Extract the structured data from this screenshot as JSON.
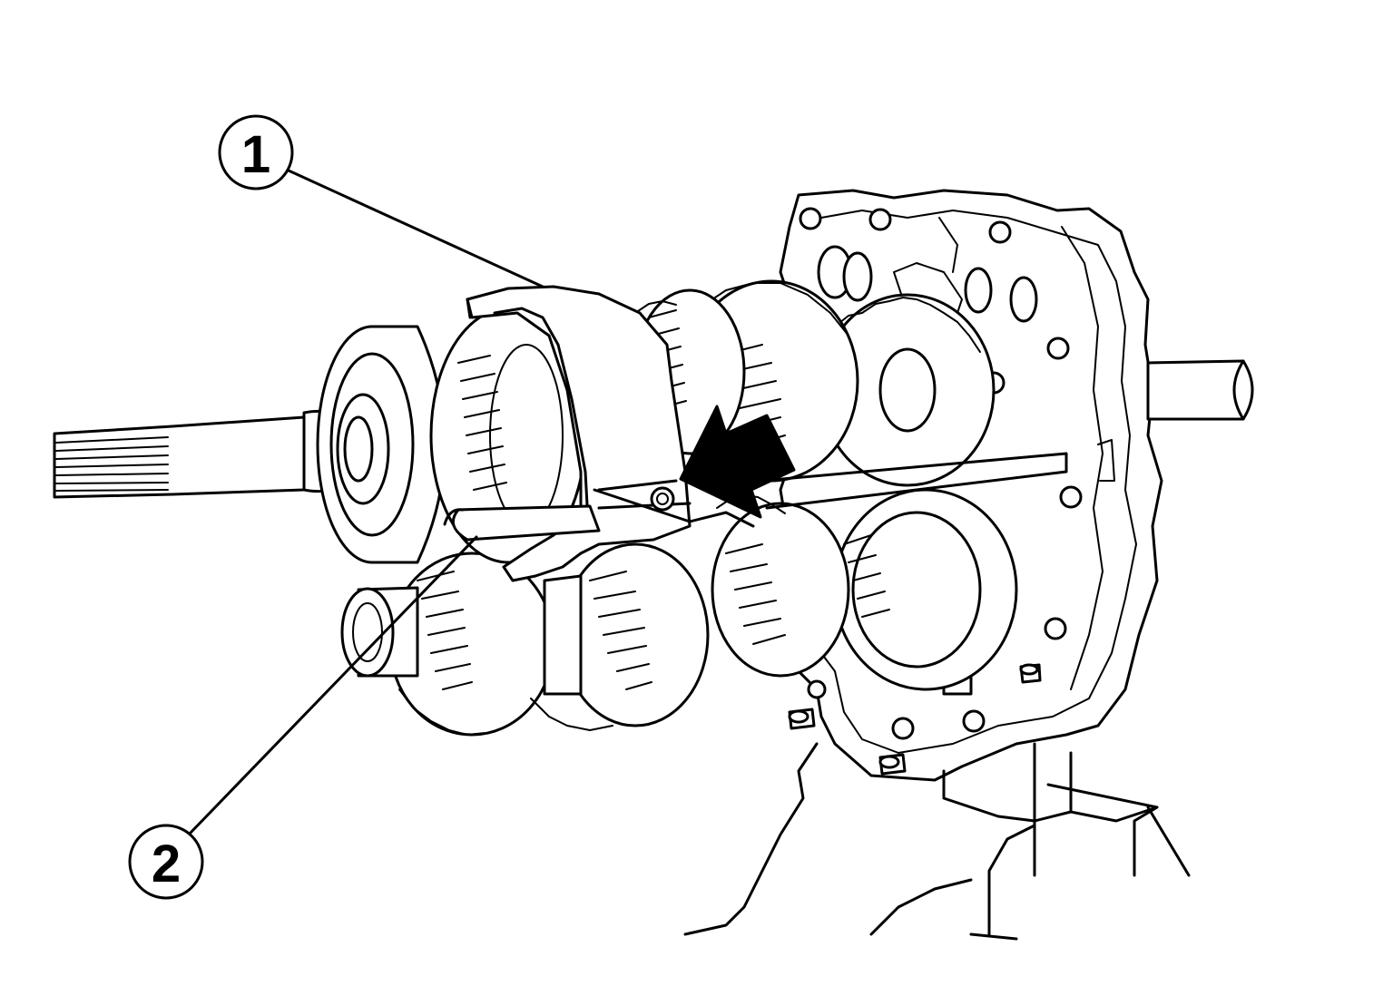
{
  "callouts": [
    {
      "label": "1",
      "ref": "shift-fork"
    },
    {
      "label": "2",
      "ref": "fork-rod"
    }
  ],
  "colors": {
    "ink": "#000000",
    "paper": "#ffffff"
  },
  "arrow": {
    "type": "direction-arrow",
    "icon": "arrow-left-icon"
  }
}
